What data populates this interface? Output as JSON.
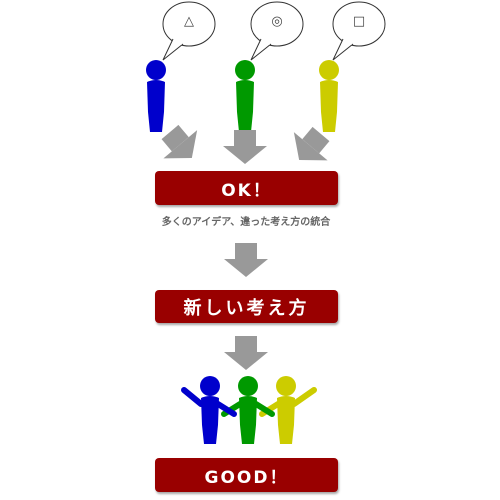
{
  "thoughts": [
    {
      "symbol": "△",
      "color": "#0000cc"
    },
    {
      "symbol": "◎",
      "color": "#009900"
    },
    {
      "symbol": "□",
      "color": "#cccc00"
    }
  ],
  "step1": {
    "label": "OK！"
  },
  "caption": "多くのアイデア、違った考え方の統合",
  "step2": {
    "label": "新しい考え方"
  },
  "step3": {
    "label": "GOOD！"
  },
  "colors": {
    "banner": "#990000",
    "arrow": "#999999",
    "person_blue": "#0000cc",
    "person_green": "#009900",
    "person_yellow": "#cccc00"
  }
}
